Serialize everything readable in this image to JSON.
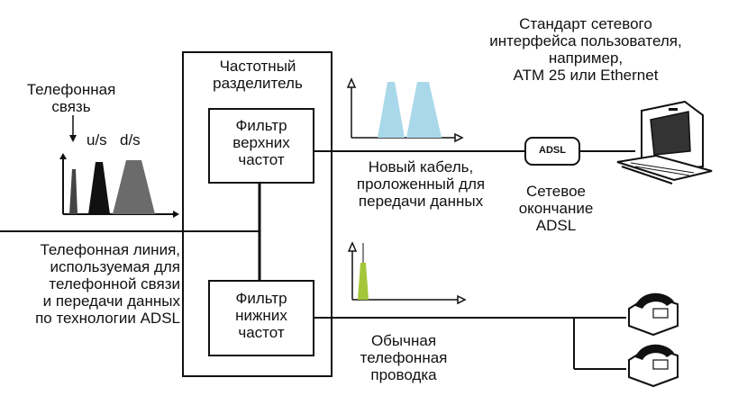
{
  "splitter": {
    "title_line1": "Частотный",
    "title_line2": "разделитель"
  },
  "high_filter": {
    "line1": "Фильтр",
    "line2": "верхних",
    "line3": "частот"
  },
  "low_filter": {
    "line1": "Фильтр",
    "line2": "нижних",
    "line3": "частот"
  },
  "spectrum_input": {
    "phone_label_line1": "Телефонная",
    "phone_label_line2": "связь",
    "upstream_label": "u/s",
    "downstream_label": "d/s"
  },
  "line_label": {
    "line1": "Телефонная линия,",
    "line2": "используемая для",
    "line3": "телефонной связи",
    "line4": "и передачи данных",
    "line5": "по технологии ADSL"
  },
  "new_cable": {
    "line1": "Новый кабель,",
    "line2": "проложенный для",
    "line3": "передачи данных"
  },
  "network_termination": {
    "line1": "Сетевое",
    "line2": "окончание",
    "line3": "ADSL",
    "device_label": "ADSL"
  },
  "interface_standard": {
    "line1": "Стандарт сетевого",
    "line2": "интерфейса пользователя,",
    "line3": "например,",
    "line4": "ATM 25 или Ethernet"
  },
  "wiring": {
    "line1": "Обычная",
    "line2": "телефонная",
    "line3": "проводка"
  },
  "colors": {
    "high_band": "#a9d8ea",
    "low_band": "#a4c639",
    "upstream": "#111111",
    "downstream": "#6b6b6b",
    "voice": "#444444"
  }
}
